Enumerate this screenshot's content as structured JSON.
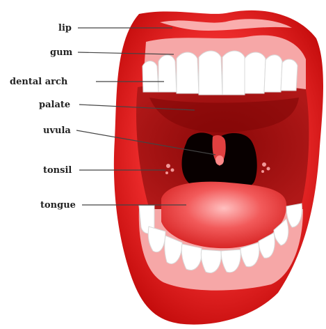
{
  "labels": {
    "lip": "lip",
    "gum": "gum",
    "dental_arch": "dental arch",
    "palate": "palate",
    "uvula": "uvula",
    "tonsil": "tonsil",
    "tongue": "tongue"
  },
  "colors": {
    "lip": "#e01818",
    "lip_highlight": "#ff8a8a",
    "gum": "#f4a0a0",
    "mouth_interior": "#9b0e0e",
    "throat": "#0a0000",
    "tongue": "#e63a3a",
    "tongue_highlight": "#ffb3b3",
    "teeth": "#ffffff"
  }
}
